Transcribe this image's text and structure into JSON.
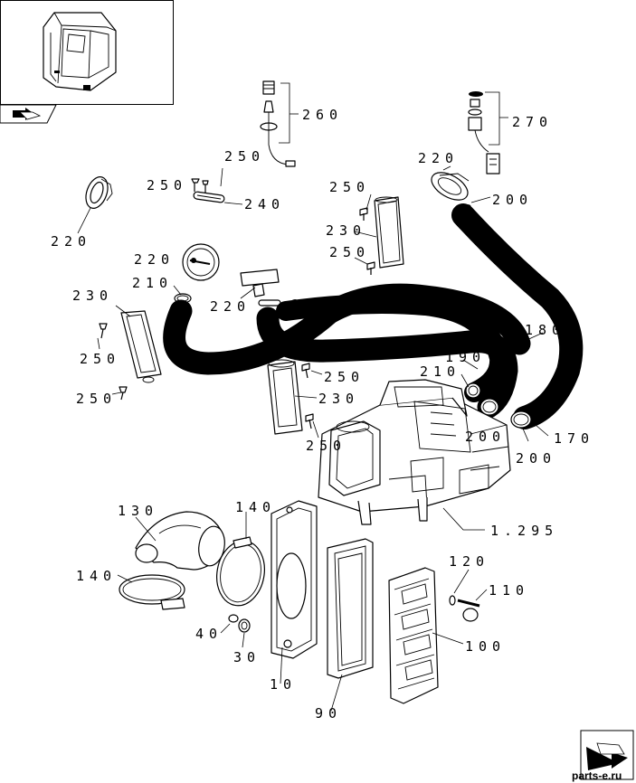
{
  "labels": {
    "l260": "260",
    "l270": "270",
    "l250a": "250",
    "l250b": "250",
    "l240": "240",
    "l220a": "220",
    "l220b": "220",
    "l220c": "220",
    "l220d": "220",
    "l200a": "200",
    "l200b": "200",
    "l200c": "200",
    "l200d": "200",
    "l250c": "250",
    "l230a": "230",
    "l250d": "250",
    "l210a": "210",
    "l230b": "230",
    "l250e": "250",
    "l250f": "250",
    "l250g": "250",
    "l230c": "230",
    "l250h": "250",
    "l180": "180",
    "l190": "190",
    "l210b": "210",
    "l170": "170",
    "l1295": "1.295",
    "l130": "130",
    "l140a": "140",
    "l140b": "140",
    "l120": "120",
    "l110": "110",
    "l100": "100",
    "l40": "40",
    "l30": "30",
    "l10": "10",
    "l90": "90"
  },
  "watermark": "parts-e.ru",
  "icons": {
    "thumbnail": "excavator-cab-thumbnail",
    "back": "back-arrow-icon",
    "next": "next-page-arrow-icon"
  }
}
